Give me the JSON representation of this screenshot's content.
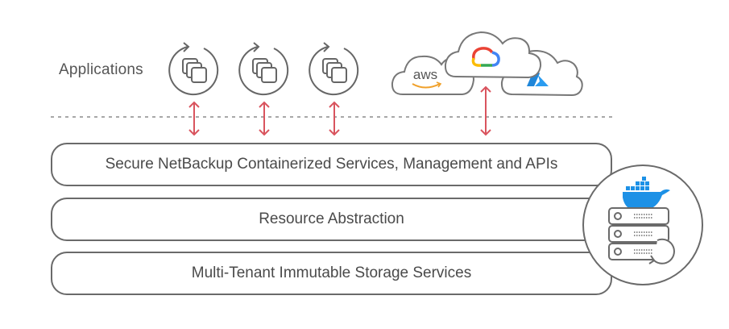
{
  "applications_label": "Applications",
  "app_icons": [
    "container-app-icon",
    "container-app-icon",
    "container-app-icon"
  ],
  "clouds": [
    {
      "name": "AWS",
      "label": "aws",
      "icon": "aws-icon"
    },
    {
      "name": "Google Cloud",
      "icon": "google-cloud-icon"
    },
    {
      "name": "Azure",
      "icon": "azure-icon"
    }
  ],
  "layers": [
    {
      "label": "Secure NetBackup Containerized Services, Management and APIs"
    },
    {
      "label": "Resource Abstraction"
    },
    {
      "label": "Multi-Tenant Immutable Storage Services"
    }
  ],
  "platform_icon": {
    "icons": [
      "docker-icon",
      "server-stack-icon",
      "refresh-icon"
    ]
  },
  "colors": {
    "arrow": "#d9545e",
    "outline": "#6a6a6a",
    "docker": "#1d91e6",
    "azure": "#1f86d9",
    "aws_smile": "#f0a12b"
  }
}
